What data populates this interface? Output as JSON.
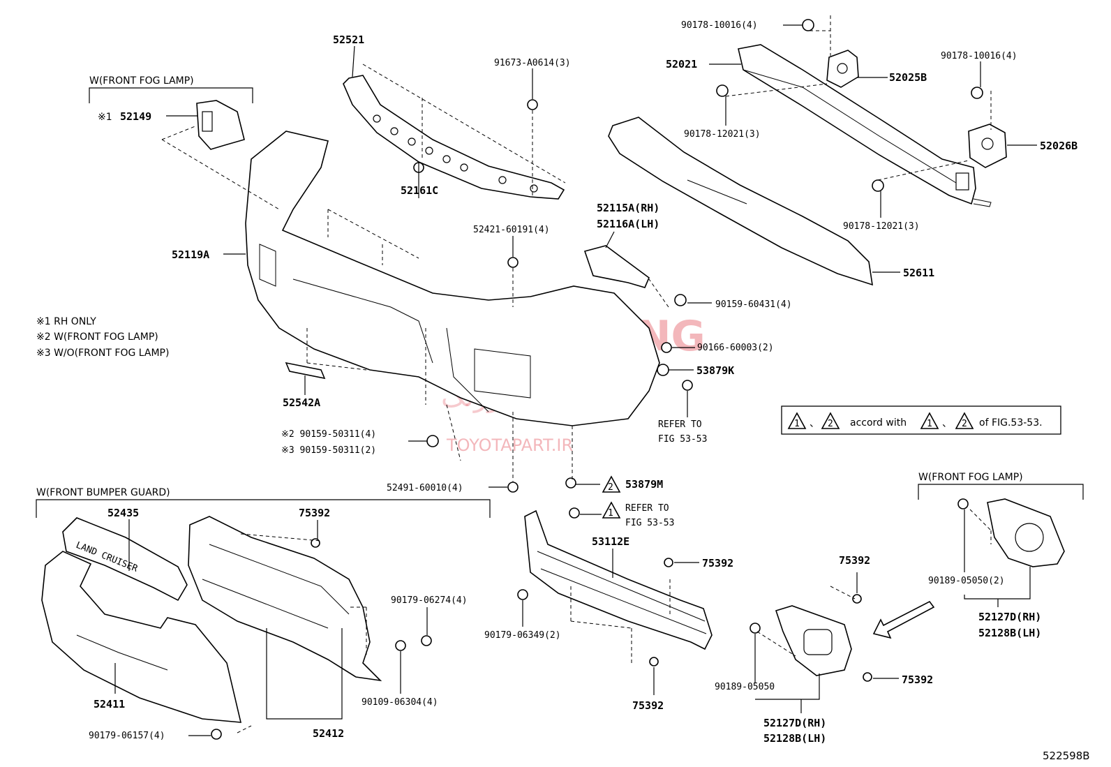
{
  "figure_code": "522598B",
  "watermark": {
    "brand": "TOYOTA ORANG",
    "arabic": "تويوتا اورنگ",
    "url": "TOYOTAPART.IR"
  },
  "legend_notes": [
    "※1 RH ONLY",
    "※2 W(FRONT FOG LAMP)",
    "※3 W/O(FRONT FOG LAMP)"
  ],
  "reference_note": {
    "marker1": "1",
    "sep": "、",
    "marker2": "2",
    "text_mid": "accord with",
    "text_end": "of FIG.53-53."
  },
  "groups": {
    "fog_lamp_top": "W(FRONT FOG LAMP)",
    "bumper_guard": "W(FRONT BUMPER GUARD)",
    "fog_lamp_right": "W(FRONT FOG LAMP)"
  },
  "labels": {
    "p52521": "52521",
    "p91673": "91673-A0614(3)",
    "p90178_top": "90178-10016(4)",
    "p52021": "52021",
    "p52025b": "52025B",
    "p90178_right": "90178-10016(4)",
    "p90178_12021_a": "90178-12021(3)",
    "p52026b": "52026B",
    "p90178_12021_b": "90178-12021(3)",
    "p52149_mark": "※1",
    "p52149": "52149",
    "p52161c": "52161C",
    "p52421": "52421-60191(4)",
    "p52115a": "52115A(RH)",
    "p52116a": "52116A(LH)",
    "p52119a": "52119A",
    "p52611": "52611",
    "p90159_60431": "90159-60431(4)",
    "p90166": "90166-60003(2)",
    "p53879k": "53879K",
    "refer1_a": "REFER TO",
    "refer1_b": "FIG 53-53",
    "p52542a": "52542A",
    "p90159_50311_a": "※2 90159-50311(4)",
    "p90159_50311_b": "※3 90159-50311(2)",
    "p52491": "52491-60010(4)",
    "tri2": "2",
    "p53879m": "53879M",
    "tri1": "1",
    "refer2_a": "REFER TO",
    "refer2_b": "FIG 53-53",
    "p52435": "52435",
    "emboss": "LAND CRUISER",
    "p75392_a": "75392",
    "p53112e": "53112E",
    "p75392_b": "75392",
    "p75392_c": "75392",
    "p90179_06274": "90179-06274(4)",
    "p90179_06349": "90179-06349(2)",
    "p52411": "52411",
    "p90109_06304": "90109-06304(4)",
    "p52412": "52412",
    "p90179_06157": "90179-06157(4)",
    "p75392_d": "75392",
    "p90189_05050_a": "90189-05050",
    "p75392_e": "75392",
    "p52127d_a": "52127D(RH)",
    "p52128b_a": "52128B(LH)",
    "p90189_05050_b": "90189-05050(2)",
    "p52127d_b": "52127D(RH)",
    "p52128b_b": "52128B(LH)"
  }
}
